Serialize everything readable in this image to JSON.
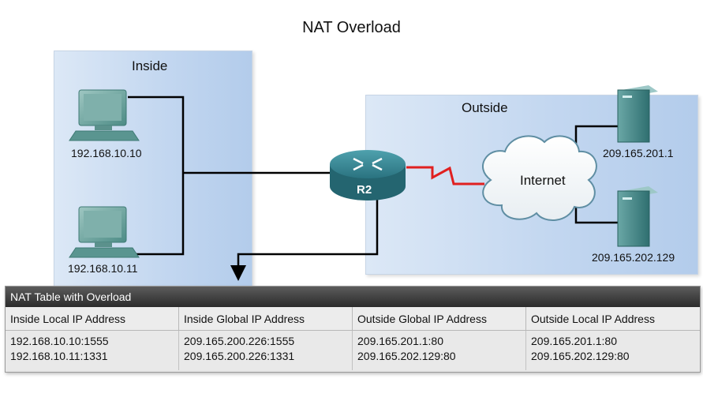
{
  "title": "NAT Overload",
  "inside": {
    "label": "Inside",
    "hosts": [
      {
        "ip": "192.168.10.10",
        "icon": "pc-icon"
      },
      {
        "ip": "192.168.10.11",
        "icon": "pc-icon"
      }
    ]
  },
  "outside": {
    "label": "Outside",
    "cloud_label": "Internet",
    "servers": [
      {
        "ip": "209.165.201.1",
        "icon": "server-icon"
      },
      {
        "ip": "209.165.202.129",
        "icon": "server-icon"
      }
    ]
  },
  "router": {
    "label": "R2",
    "icon": "router-icon"
  },
  "colors": {
    "zone_fill": "#c3d7f0",
    "serial_link": "#e02020",
    "router_body": "#2f7b86",
    "table_caption": "#3a3a3a"
  },
  "nat_table": {
    "caption": "NAT Table with Overload",
    "headers": [
      "Inside Local IP Address",
      "Inside Global IP Address",
      "Outside Global IP Address",
      "Outside Local IP Address"
    ],
    "rows": [
      [
        "192.168.10.10:1555",
        "209.165.200.226:1555",
        "209.165.201.1:80",
        "209.165.201.1:80"
      ],
      [
        "192.168.10.11:1331",
        "209.165.200.226:1331",
        "209.165.202.129:80",
        "209.165.202.129:80"
      ]
    ]
  }
}
